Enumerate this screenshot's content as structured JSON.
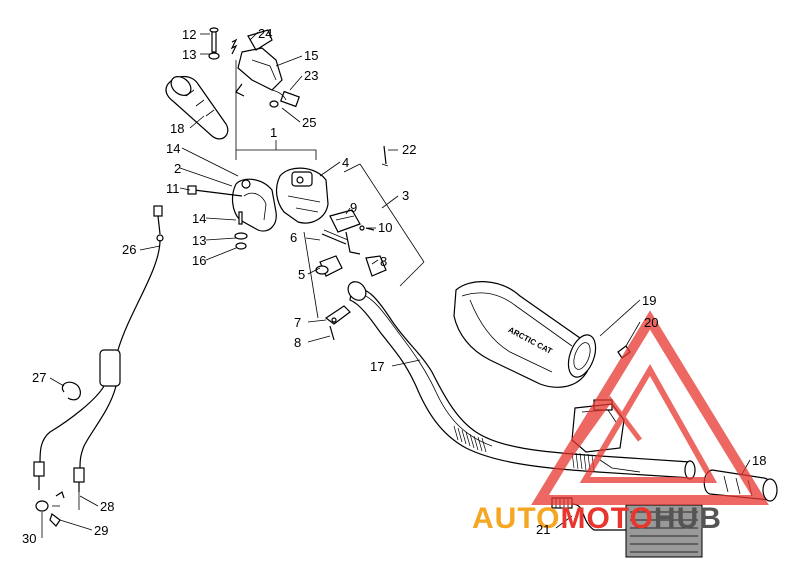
{
  "callouts": [
    {
      "id": "c1",
      "text": "1"
    },
    {
      "id": "c2",
      "text": "2"
    },
    {
      "id": "c3",
      "text": "3"
    },
    {
      "id": "c4",
      "text": "4"
    },
    {
      "id": "c5",
      "text": "5"
    },
    {
      "id": "c6",
      "text": "6"
    },
    {
      "id": "c7",
      "text": "7"
    },
    {
      "id": "c8a",
      "text": "8"
    },
    {
      "id": "c8b",
      "text": "8"
    },
    {
      "id": "c9",
      "text": "9"
    },
    {
      "id": "c10",
      "text": "10"
    },
    {
      "id": "c11",
      "text": "11"
    },
    {
      "id": "c12",
      "text": "12"
    },
    {
      "id": "c13a",
      "text": "13"
    },
    {
      "id": "c13b",
      "text": "13"
    },
    {
      "id": "c14a",
      "text": "14"
    },
    {
      "id": "c14b",
      "text": "14"
    },
    {
      "id": "c15",
      "text": "15"
    },
    {
      "id": "c16",
      "text": "16"
    },
    {
      "id": "c17",
      "text": "17"
    },
    {
      "id": "c18a",
      "text": "18"
    },
    {
      "id": "c18b",
      "text": "18"
    },
    {
      "id": "c19",
      "text": "19"
    },
    {
      "id": "c20",
      "text": "20"
    },
    {
      "id": "c21",
      "text": "21"
    },
    {
      "id": "c22",
      "text": "22"
    },
    {
      "id": "c23",
      "text": "23"
    },
    {
      "id": "c24",
      "text": "24"
    },
    {
      "id": "c25",
      "text": "25"
    },
    {
      "id": "c26",
      "text": "26"
    },
    {
      "id": "c27",
      "text": "27"
    },
    {
      "id": "c28",
      "text": "28"
    },
    {
      "id": "c29",
      "text": "29"
    },
    {
      "id": "c30",
      "text": "30"
    }
  ],
  "pad_label": "ARCTIC CAT",
  "watermark": {
    "part1": "AUTO",
    "part2": "MOTO",
    "part3": "HUB",
    "color_orange": "#f5a623",
    "color_red": "#e8362f",
    "color_gray": "#555555"
  }
}
